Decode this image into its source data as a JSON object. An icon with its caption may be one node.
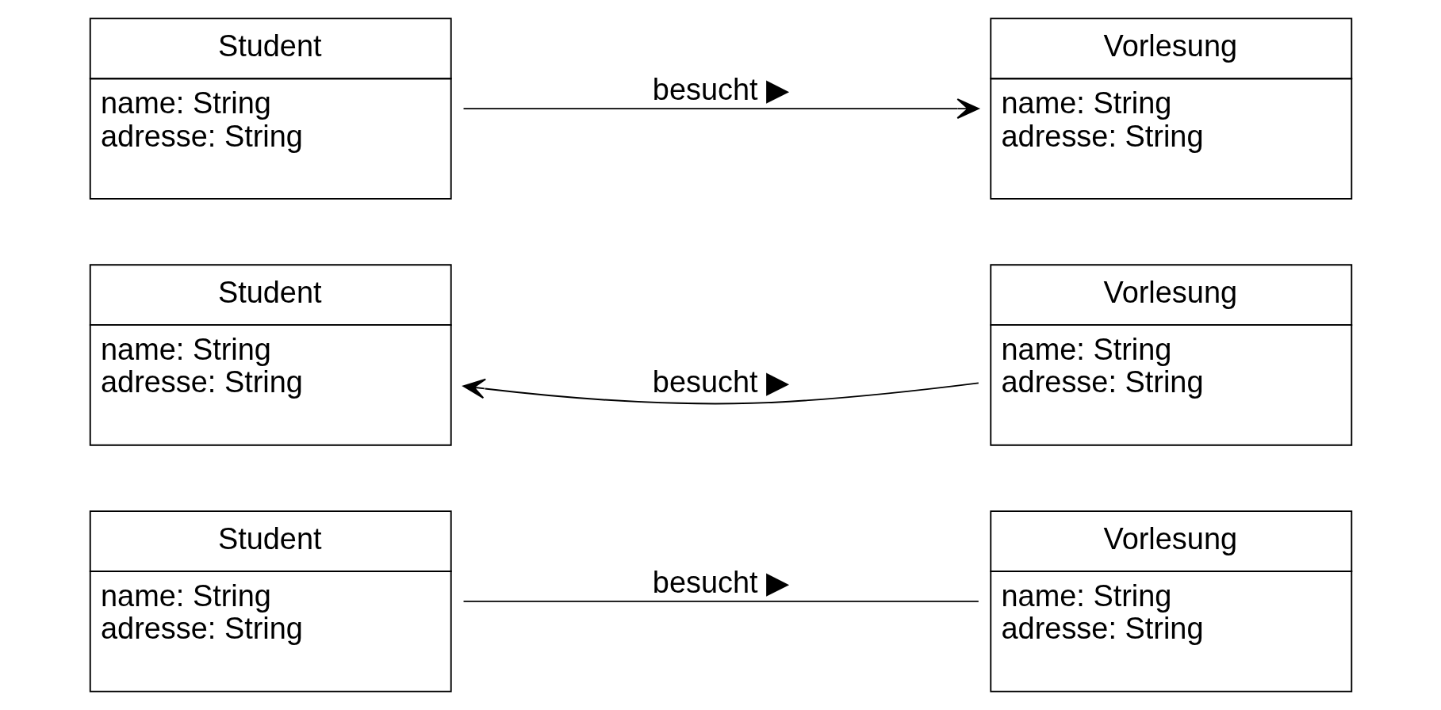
{
  "diagram": {
    "nodes": [
      {
        "text": [
          "Student",
          "name: String",
          "adresse: String"
        ]
      },
      {
        "text": [
          "Vorlesung",
          "name: String",
          "adresse: String"
        ]
      },
      {
        "text": [
          "Student",
          "name: String",
          "adresse: String"
        ]
      },
      {
        "text": [
          "Vorlesung",
          "name: String",
          "adresse: String"
        ]
      },
      {
        "text": [
          "Student",
          "name: String",
          "adresse: String"
        ]
      },
      {
        "text": [
          "Vorlesung",
          "name: String",
          "adresse: String"
        ]
      }
    ],
    "edges": [
      {
        "from": 0,
        "to": 1,
        "arrow": "none",
        "label": "besucht ▶"
      },
      {
        "from": 3,
        "to": 2,
        "arrow": "to",
        "label": "besucht ▶"
      },
      {
        "from": 4,
        "to": 5,
        "arrow": "to",
        "label": "besucht ▶"
      }
    ]
  }
}
